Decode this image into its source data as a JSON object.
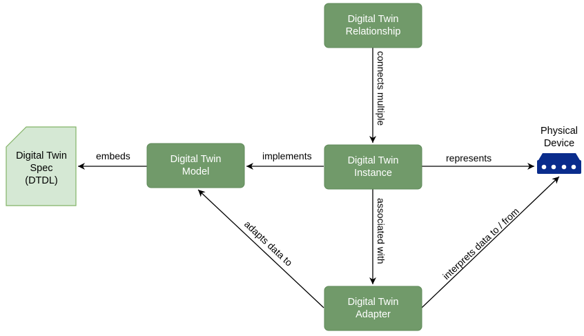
{
  "nodes": {
    "relationship": {
      "line1": "Digital Twin",
      "line2": "Relationship"
    },
    "model": {
      "line1": "Digital Twin",
      "line2": "Model"
    },
    "instance": {
      "line1": "Digital Twin",
      "line2": "Instance"
    },
    "adapter": {
      "line1": "Digital Twin",
      "line2": "Adapter"
    },
    "spec": {
      "line1": "Digital Twin",
      "line2": "Spec",
      "line3": "(DTDL)"
    },
    "device": {
      "line1": "Physical",
      "line2": "Device",
      "icon": "network-device-icon"
    }
  },
  "edges": {
    "connects": "connects multiple",
    "implements": "implements",
    "embeds": "embeds",
    "represents": "represents",
    "associated": "associated with",
    "adapts": "adapts data to",
    "interprets": "interprets data to / from"
  },
  "colors": {
    "node_fill": "#719a6a",
    "spec_fill": "#d5e8d4",
    "spec_stroke": "#82b366",
    "device": "#0a2c8c"
  }
}
